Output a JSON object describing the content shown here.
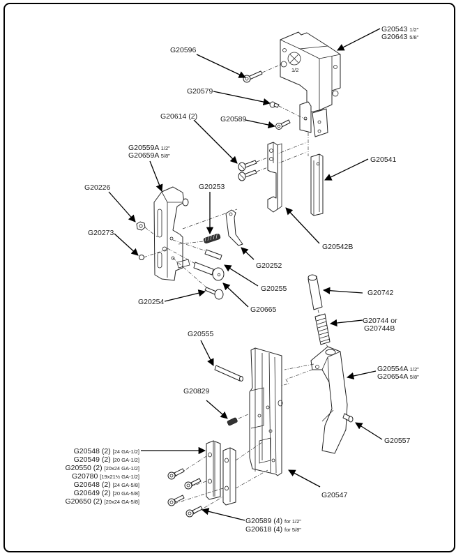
{
  "title": "Exploded parts diagram",
  "colors": {
    "line": "#222222",
    "background": "#ffffff",
    "frame": "#000000"
  },
  "callouts": {
    "g20543": {
      "part": "G20543",
      "size": "1/2\""
    },
    "g20643": {
      "part": "G20643",
      "size": "5/8\""
    },
    "g20596": {
      "part": "G20596"
    },
    "g20579": {
      "part": "G20579"
    },
    "g20589_top": {
      "part": "G20589"
    },
    "g20614": {
      "part": "G20614 (2)"
    },
    "g20559a": {
      "part": "G20559A",
      "size": "1/2\""
    },
    "g20659a": {
      "part": "G20659A",
      "size": "5/8\""
    },
    "g20541": {
      "part": "G20541"
    },
    "g20226": {
      "part": "G20226"
    },
    "g20253": {
      "part": "G20253"
    },
    "g20273": {
      "part": "G20273"
    },
    "g20542b": {
      "part": "G20542B"
    },
    "g20252": {
      "part": "G20252"
    },
    "g20255": {
      "part": "G20255"
    },
    "g20254": {
      "part": "G20254"
    },
    "g20665": {
      "part": "G20665"
    },
    "g20742": {
      "part": "G20742"
    },
    "g20744": {
      "line1": "G20744 or",
      "line2": "G20744B"
    },
    "g20555": {
      "part": "G20555"
    },
    "g20554a": {
      "part": "G20554A",
      "size": "1/2\""
    },
    "g20654a": {
      "part": "G20654A",
      "size": "5/8\""
    },
    "g20829": {
      "part": "G20829"
    },
    "g20557": {
      "part": "G20557"
    },
    "g20547": {
      "part": "G20547"
    },
    "stripper_list": [
      {
        "part": "G20548 (2)",
        "spec": "[24 GA-1/2]"
      },
      {
        "part": "G20549 (2)",
        "spec": "[20 GA-1/2]"
      },
      {
        "part": "G20550 (2)",
        "spec": "[20x24 GA-1/2]"
      },
      {
        "part": "G20780",
        "spec": "[19x21½ GA-1/2]"
      },
      {
        "part": "G20648 (2)",
        "spec": "[24 GA-5/8]"
      },
      {
        "part": "G20649 (2)",
        "spec": "[20 GA-5/8]"
      },
      {
        "part": "G20650 (2)",
        "spec": "[20x24 GA-5/8]"
      }
    ],
    "g20589_bottom": {
      "part": "G20589 (4)",
      "note": "for 1/2\""
    },
    "g20618": {
      "part": "G20618 (4)",
      "note": "for 5/8\""
    }
  },
  "plate_marking": "1/2"
}
